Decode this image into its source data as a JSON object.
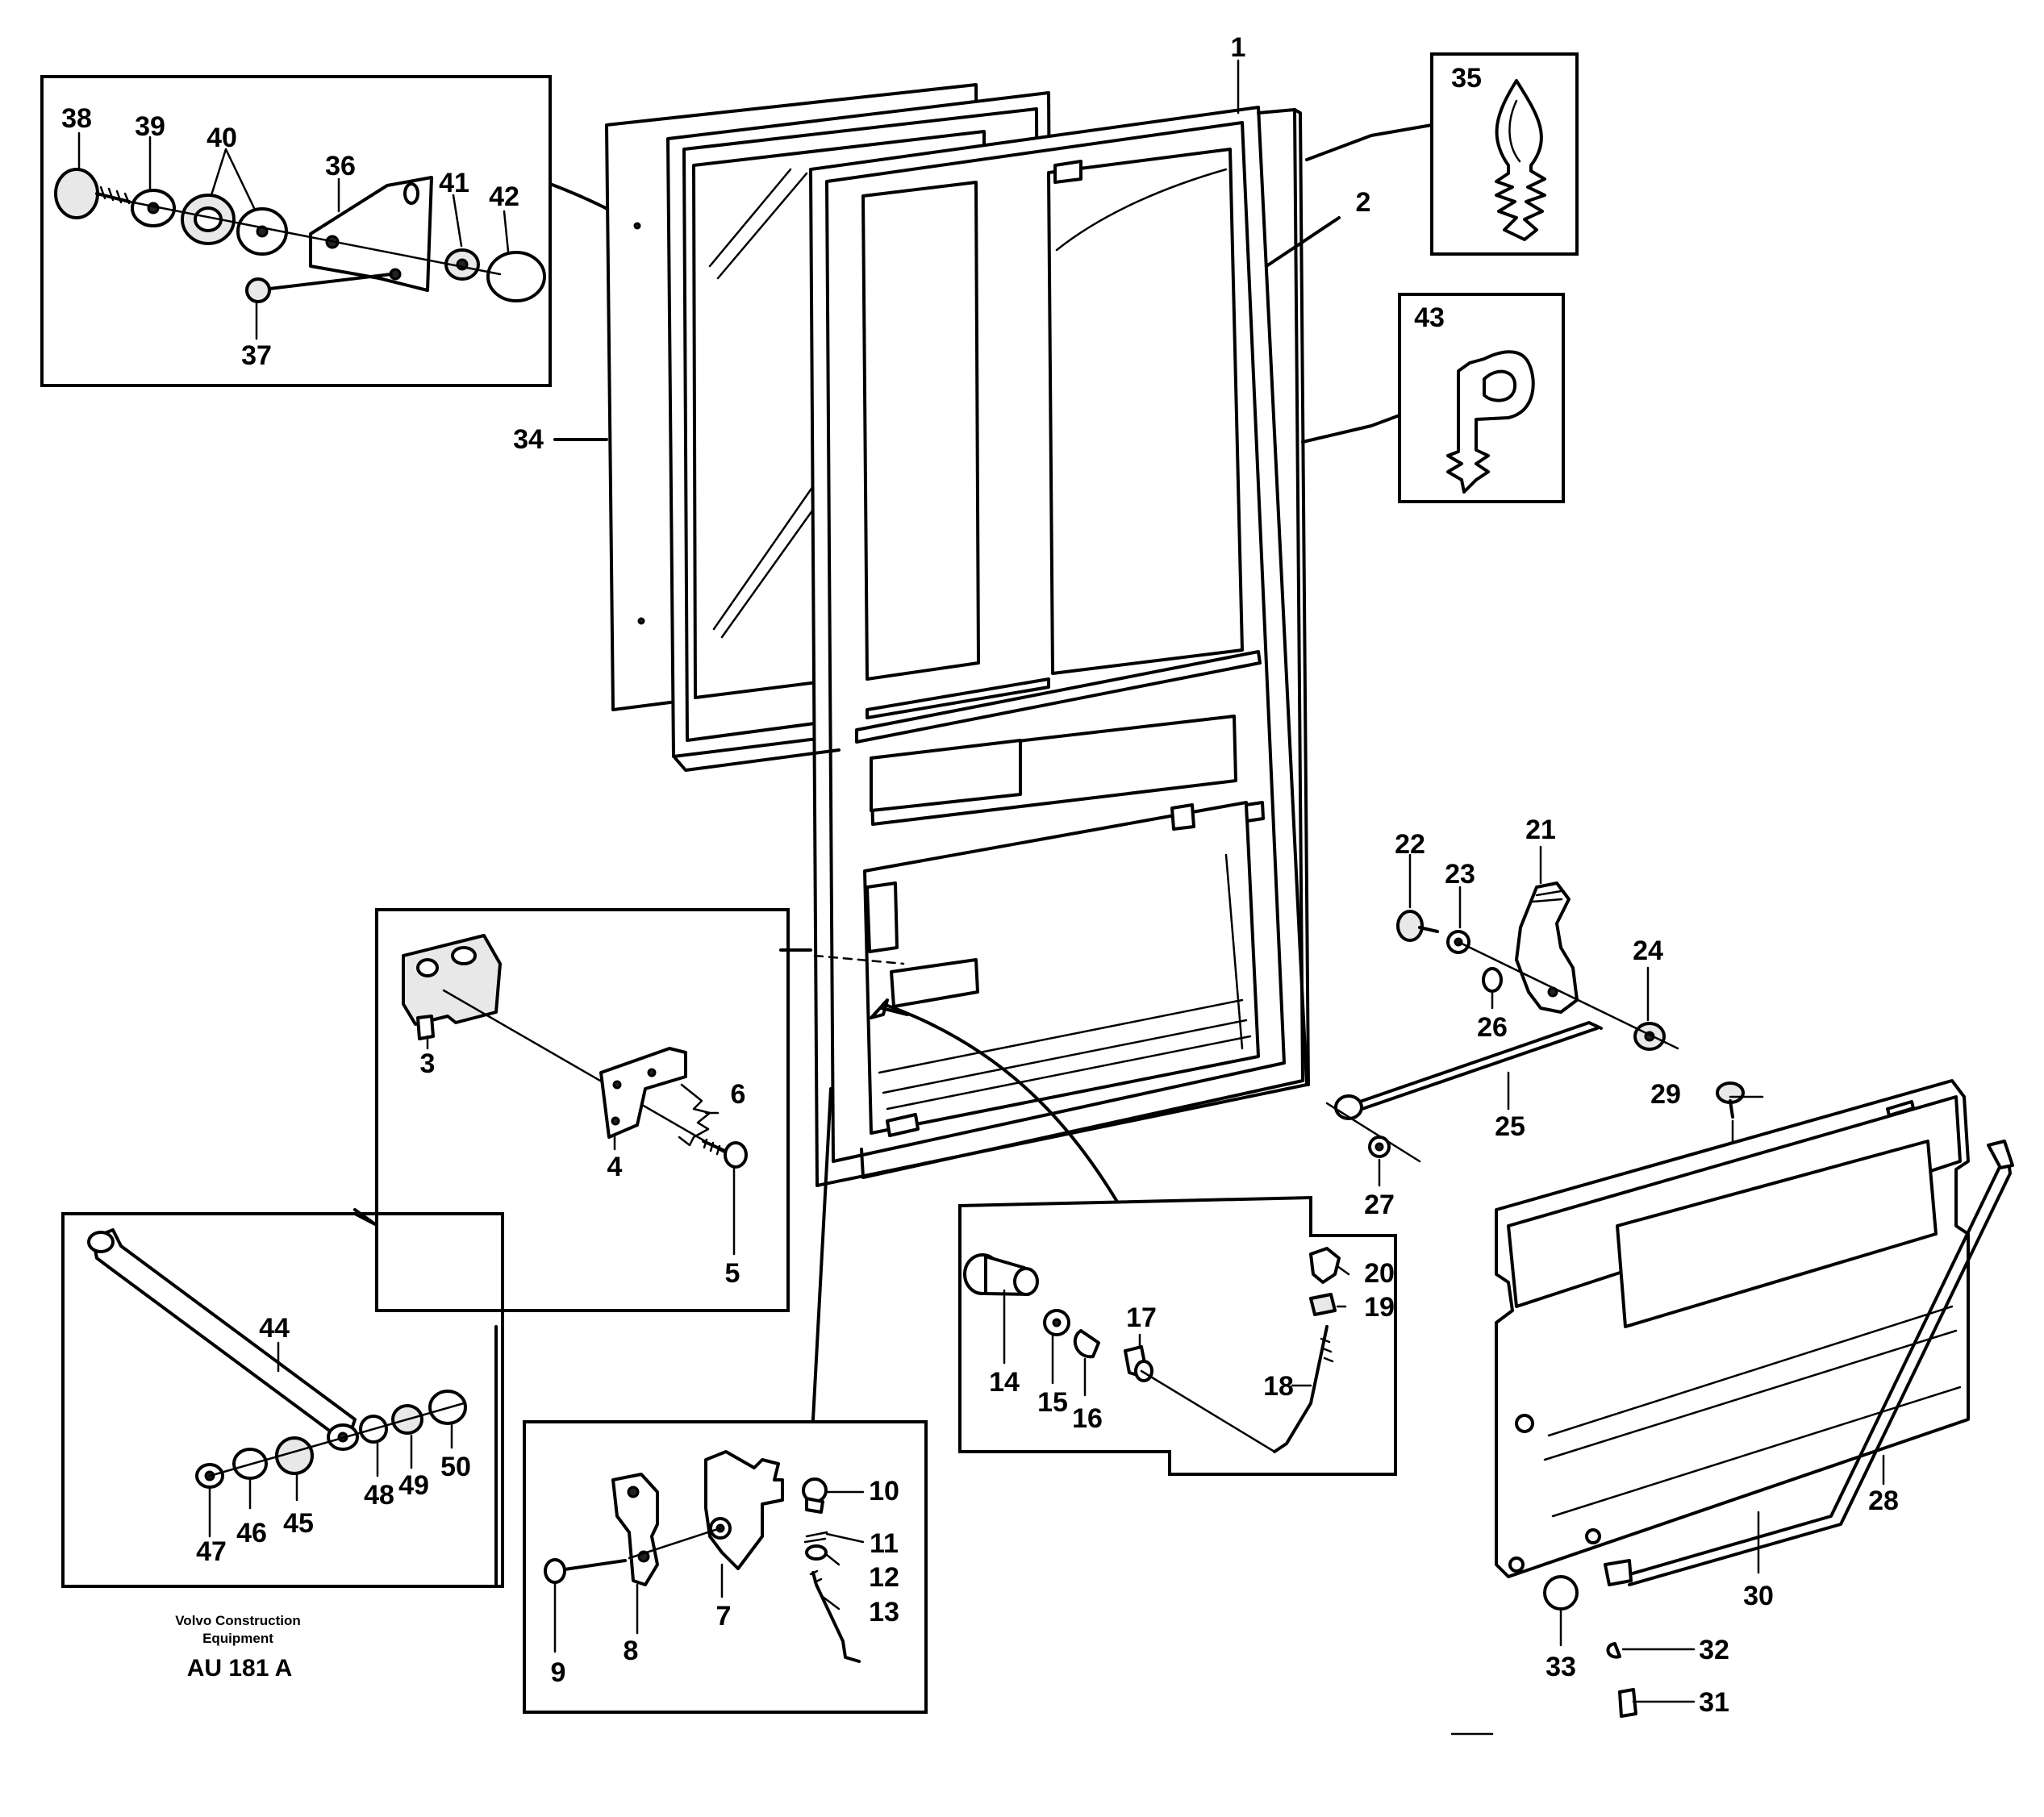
{
  "callouts": [
    {
      "id": "1",
      "label": "1"
    },
    {
      "id": "2",
      "label": "2"
    },
    {
      "id": "3",
      "label": "3"
    },
    {
      "id": "4",
      "label": "4"
    },
    {
      "id": "5",
      "label": "5"
    },
    {
      "id": "6",
      "label": "6"
    },
    {
      "id": "7",
      "label": "7"
    },
    {
      "id": "8",
      "label": "8"
    },
    {
      "id": "9",
      "label": "9"
    },
    {
      "id": "10",
      "label": "10"
    },
    {
      "id": "11",
      "label": "11"
    },
    {
      "id": "12",
      "label": "12"
    },
    {
      "id": "13",
      "label": "13"
    },
    {
      "id": "14",
      "label": "14"
    },
    {
      "id": "15",
      "label": "15"
    },
    {
      "id": "16",
      "label": "16"
    },
    {
      "id": "17",
      "label": "17"
    },
    {
      "id": "18",
      "label": "18"
    },
    {
      "id": "19",
      "label": "19"
    },
    {
      "id": "20",
      "label": "20"
    },
    {
      "id": "21",
      "label": "21"
    },
    {
      "id": "22",
      "label": "22"
    },
    {
      "id": "23",
      "label": "23"
    },
    {
      "id": "24",
      "label": "24"
    },
    {
      "id": "25",
      "label": "25"
    },
    {
      "id": "26",
      "label": "26"
    },
    {
      "id": "27",
      "label": "27"
    },
    {
      "id": "28",
      "label": "28"
    },
    {
      "id": "29",
      "label": "29"
    },
    {
      "id": "30",
      "label": "30"
    },
    {
      "id": "31",
      "label": "31"
    },
    {
      "id": "32",
      "label": "32"
    },
    {
      "id": "33",
      "label": "33"
    },
    {
      "id": "34",
      "label": "34"
    },
    {
      "id": "35",
      "label": "35"
    },
    {
      "id": "36",
      "label": "36"
    },
    {
      "id": "37",
      "label": "37"
    },
    {
      "id": "38",
      "label": "38"
    },
    {
      "id": "39",
      "label": "39"
    },
    {
      "id": "40",
      "label": "40"
    },
    {
      "id": "41",
      "label": "41"
    },
    {
      "id": "42",
      "label": "42"
    },
    {
      "id": "43",
      "label": "43"
    },
    {
      "id": "44",
      "label": "44"
    },
    {
      "id": "45",
      "label": "45"
    },
    {
      "id": "46",
      "label": "46"
    },
    {
      "id": "47",
      "label": "47"
    },
    {
      "id": "48",
      "label": "48"
    },
    {
      "id": "49",
      "label": "49"
    },
    {
      "id": "50",
      "label": "50"
    }
  ],
  "footer": {
    "brand_line1": "Volvo Construction",
    "brand_line2": "Equipment",
    "drawing_code": "AU 181 A"
  }
}
